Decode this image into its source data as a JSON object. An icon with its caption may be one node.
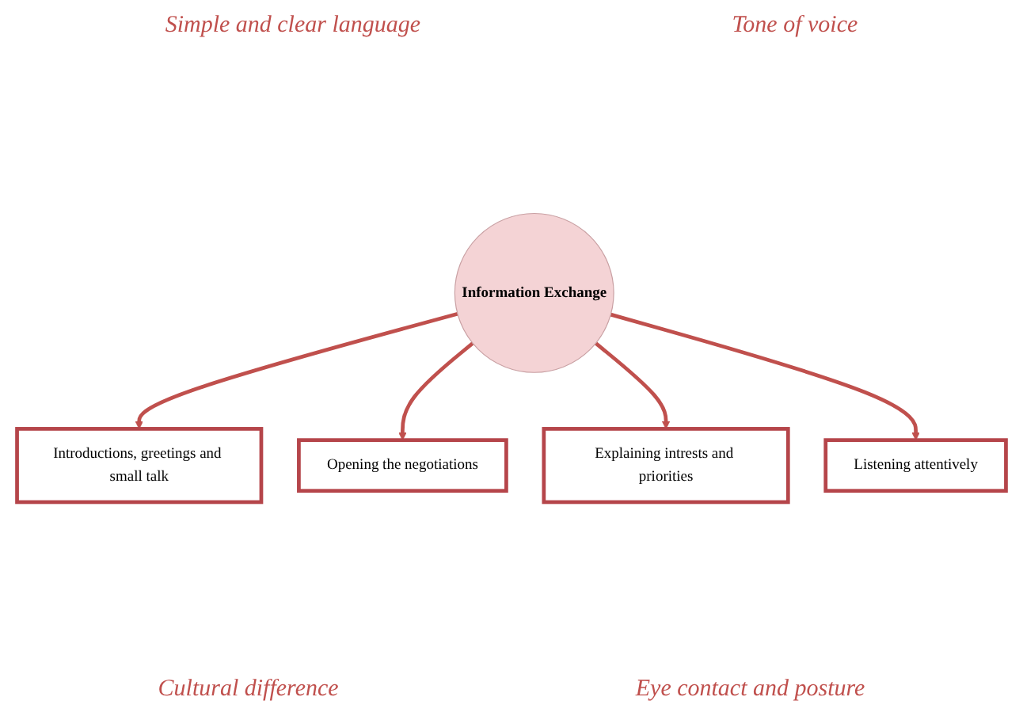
{
  "diagram": {
    "nodes": [
      {
        "text": [
          "Introductions, greetings and small talk"
        ]
      },
      {
        "text": [
          "Opening the negotiations"
        ]
      },
      {
        "text": [
          "Information Exchange"
        ]
      },
      {
        "text": [
          "Explaining intrests and priorities"
        ]
      },
      {
        "text": [
          "Listening attentively"
        ]
      }
    ],
    "edges": [
      {
        "from": 2,
        "to": 0,
        "arrow": "to"
      },
      {
        "from": 2,
        "to": 1,
        "arrow": "to"
      },
      {
        "from": 2,
        "to": 3,
        "arrow": "to"
      },
      {
        "from": 2,
        "to": 4,
        "arrow": "to"
      }
    ],
    "labels": [
      "Simple and clear language",
      "Tone of voice",
      "Cultural difference",
      "Eye contact and posture"
    ]
  }
}
